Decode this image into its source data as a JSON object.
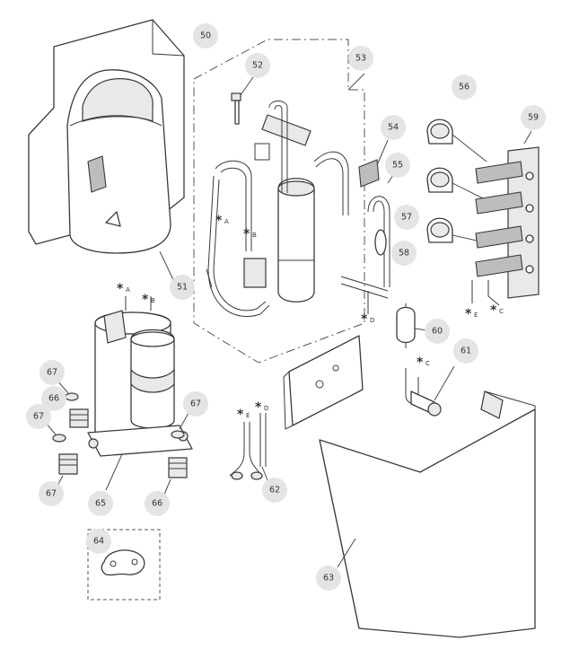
{
  "callouts": [
    "50",
    "51",
    "52",
    "53",
    "54",
    "55",
    "56",
    "57",
    "58",
    "59",
    "60",
    "61",
    "62",
    "63",
    "64",
    "65",
    "66",
    "67"
  ],
  "connection_marks": {
    "star": "*",
    "A": "A",
    "B": "B",
    "C": "C",
    "D": "D",
    "E": "E"
  },
  "colors": {
    "line": "#3a3a3a",
    "callout_fill": "#e4e4e4",
    "background": "#ffffff"
  }
}
